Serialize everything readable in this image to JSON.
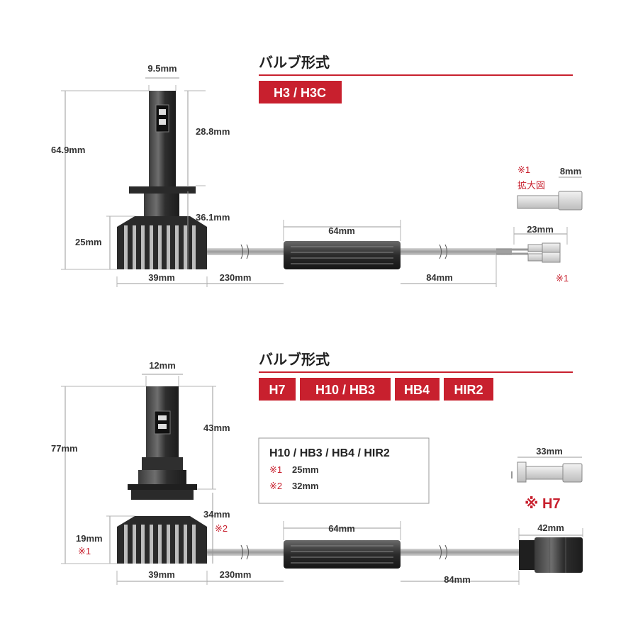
{
  "colors": {
    "accent": "#c8202e",
    "dark": "#2b2b2b",
    "dim_line": "#9a9a9a"
  },
  "top": {
    "title": "バルブ形式",
    "tags": [
      "H3 / H3C"
    ],
    "dims": {
      "stem_width": "9.5mm",
      "total_height": "64.9mm",
      "stem_height": "28.8mm",
      "flange_height": "36.1mm",
      "base_height": "25mm",
      "base_width": "39mm",
      "cable": "230mm",
      "box": "64mm",
      "lead": "84mm",
      "connector": "23mm",
      "pin": "8mm"
    },
    "note_mark": "※1",
    "zoom_label": "拡大図",
    "connector_mark": "※1"
  },
  "bottom": {
    "title": "バルブ形式",
    "tags": [
      "H7",
      "H10 / HB3",
      "HB4",
      "HIR2"
    ],
    "dims": {
      "stem_width": "12mm",
      "total_height": "77mm",
      "stem_height": "43mm",
      "flange_height": "34mm",
      "base_height": "19mm",
      "base_width": "39mm",
      "cable": "230mm",
      "box": "64mm",
      "lead": "84mm",
      "connector": "42mm",
      "h7_connector": "33mm"
    },
    "base_mark": "※1",
    "flange_mark": "※2",
    "legend": {
      "title": "H10 / HB3 / HB4 / HIR2",
      "rows": [
        {
          "mark": "※1",
          "value": "25mm"
        },
        {
          "mark": "※2",
          "value": "32mm"
        }
      ]
    },
    "h7_note": "※ H7"
  }
}
